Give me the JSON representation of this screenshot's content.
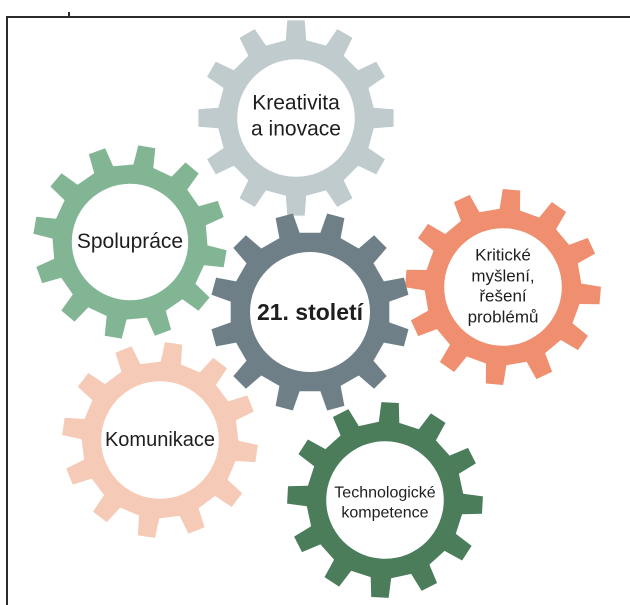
{
  "gears": [
    {
      "id": "kreativita",
      "label": "Kreativita\na inovace",
      "color": "#c0cbce"
    },
    {
      "id": "spoluprace",
      "label": "Spolupráce",
      "color": "#82b594"
    },
    {
      "id": "kriticke",
      "label": "Kritické\nmyšlení,\nřešení\nproblémů",
      "color": "#ef8f6f"
    },
    {
      "id": "center",
      "label": "21. století",
      "color": "#6f7f88"
    },
    {
      "id": "komunikace",
      "label": "Komunikace",
      "color": "#f5cbb7"
    },
    {
      "id": "technologicke",
      "label": "Technologické\nkompetence",
      "color": "#4b7d5b"
    }
  ]
}
